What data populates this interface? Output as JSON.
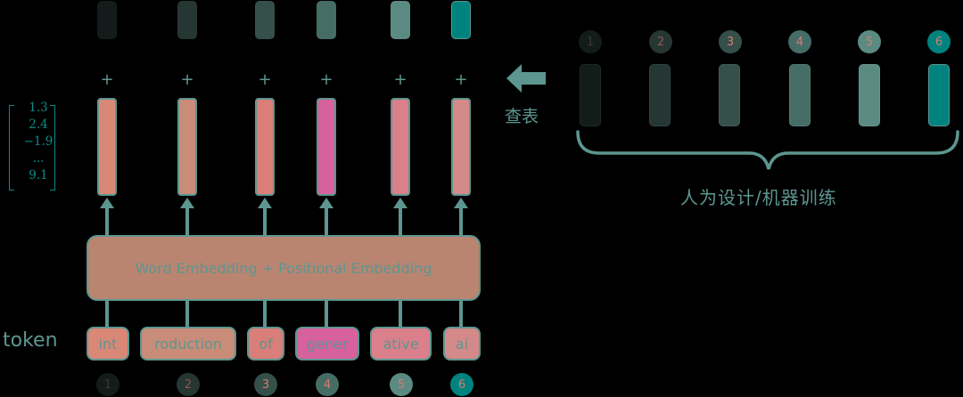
{
  "colors": {
    "accent_teal": "#5d9690",
    "vector_text": "#118a88",
    "token_box": "#d4807a",
    "embedding_box": "#b98571",
    "gener_highlight": "#d7619d",
    "position_shades": [
      "#131c1a",
      "#263632",
      "#354f4a",
      "#466c66",
      "#5b8a82",
      "#00837f"
    ]
  },
  "vector_example": {
    "values": [
      "1.3",
      "2.4",
      "−1.9",
      "...",
      "9.1"
    ]
  },
  "embedding_block": {
    "label": "Word Embedding + Positional Embedding"
  },
  "token_row": {
    "label": "token",
    "tokens": [
      "int",
      "roduction",
      "of",
      "gener",
      "ative",
      "ai"
    ],
    "positions": [
      "1",
      "2",
      "3",
      "4",
      "5",
      "6"
    ]
  },
  "plus_sign": "+",
  "lookup_table": {
    "arrow_label": "查表",
    "positions": [
      "1",
      "2",
      "3",
      "4",
      "5",
      "6"
    ],
    "brace_caption": "人为设计/机器训练"
  }
}
